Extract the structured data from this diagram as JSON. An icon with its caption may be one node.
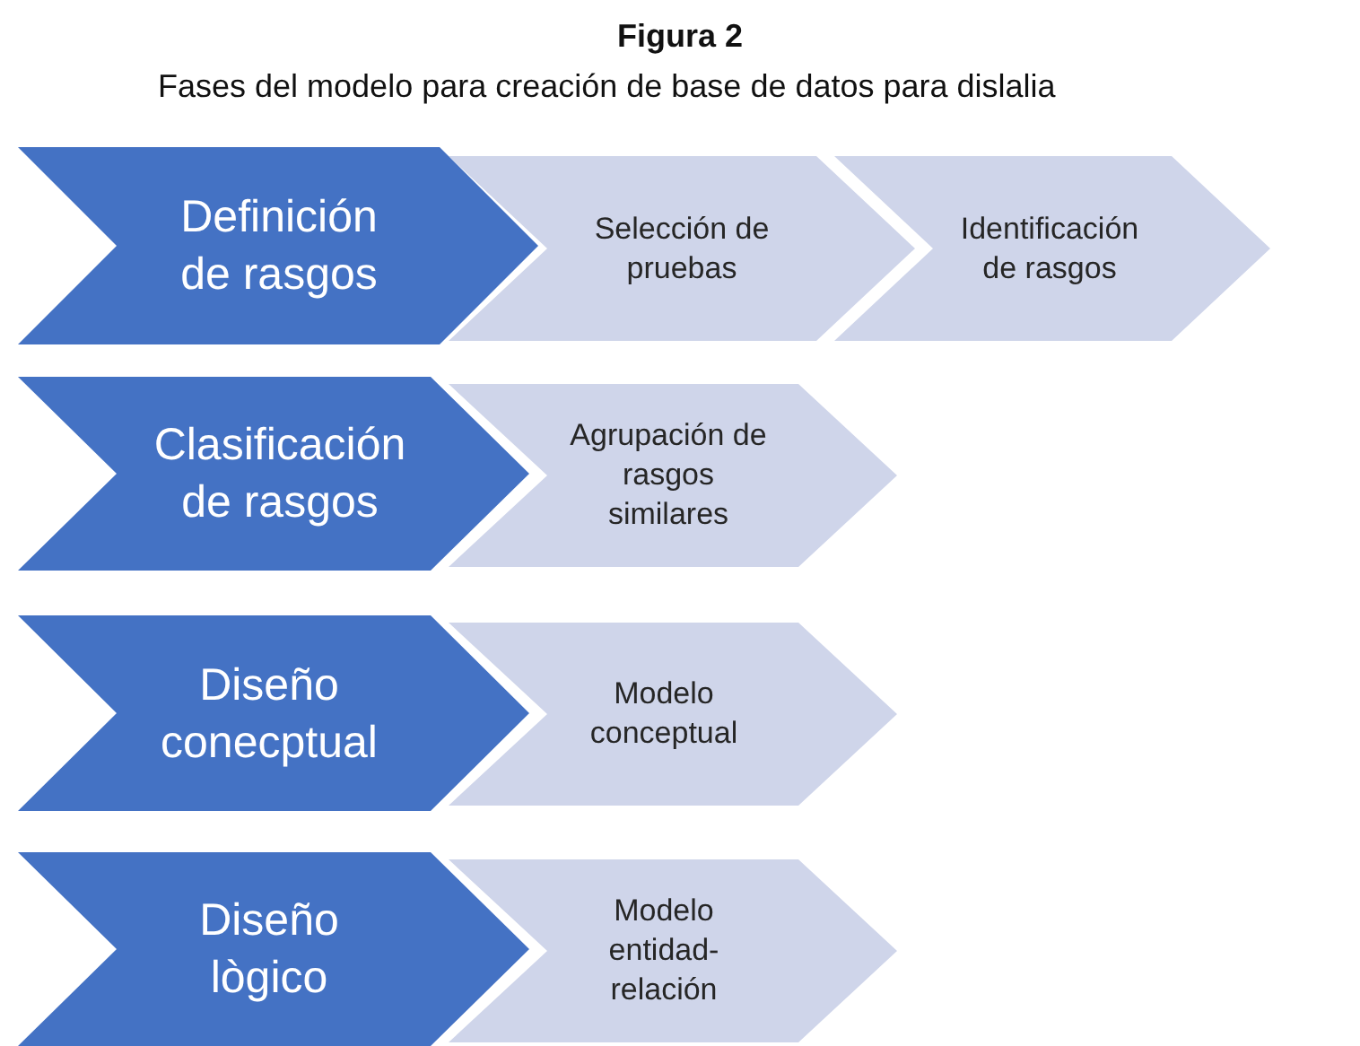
{
  "diagram": {
    "title": "Figura 2",
    "nodes": [
      {
        "text": [
          "Definición de rasgos"
        ]
      },
      {
        "text": [
          "Selección de pruebas"
        ]
      },
      {
        "text": [
          "Identificación de rasgos"
        ]
      },
      {
        "text": [
          "Clasificación de rasgos"
        ]
      },
      {
        "text": [
          "Agrupación de rasgos similares"
        ]
      },
      {
        "text": [
          "Diseño conecptual"
        ]
      },
      {
        "text": [
          "Modelo conceptual"
        ]
      },
      {
        "text": [
          "Diseño lògico"
        ]
      },
      {
        "text": [
          "Modelo entidad-relación"
        ]
      }
    ],
    "labels": [
      "Fases del modelo para creación de base de datos para dislalia"
    ]
  }
}
